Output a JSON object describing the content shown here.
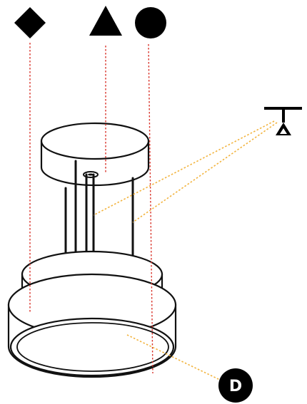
{
  "markers": [
    {
      "id": "diamond",
      "icon": "diamond-icon"
    },
    {
      "id": "triangle",
      "icon": "triangle-icon"
    },
    {
      "id": "circle",
      "icon": "circle-icon"
    },
    {
      "id": "suspension",
      "icon": "ceiling-suspension-icon"
    },
    {
      "id": "diffuser",
      "icon": "badge-d-icon",
      "label": "D"
    }
  ],
  "colors": {
    "line": "#111111",
    "leader_red": "#d9342b",
    "leader_amber": "#f2b33d",
    "badge_fill": "#000000",
    "badge_text": "#ffffff"
  }
}
